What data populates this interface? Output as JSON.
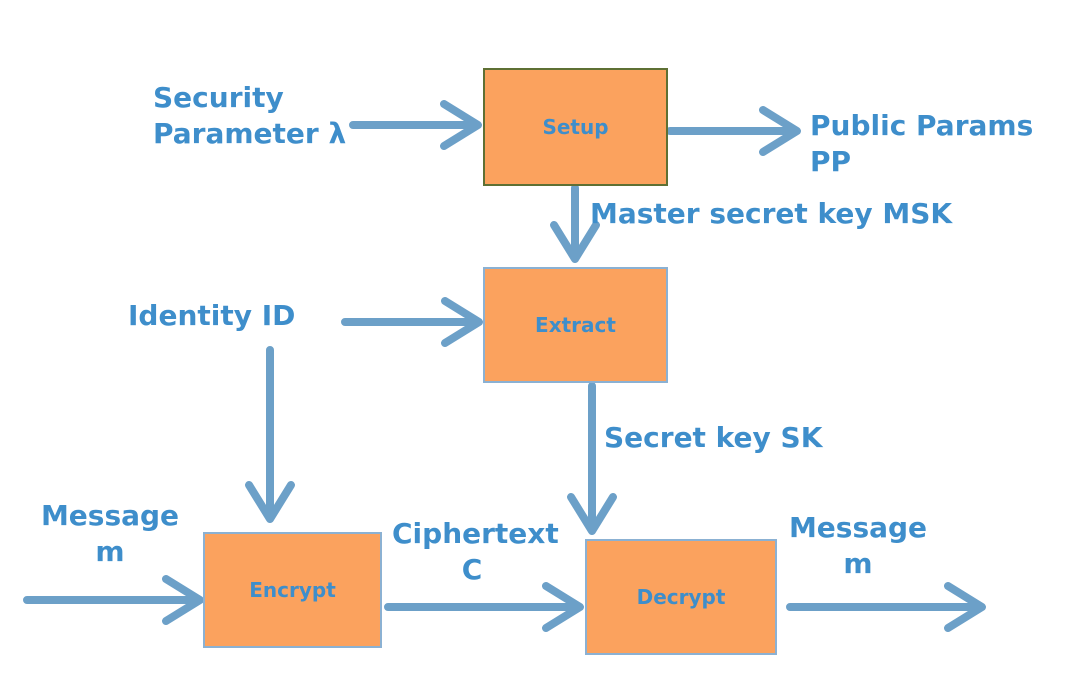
{
  "diagram": {
    "description": "Identity-Based Encryption scheme flow diagram",
    "colors": {
      "box_fill": "#FBA25E",
      "setup_border": "#5E7034",
      "box_border": "#8BB1D3",
      "arrow": "#6CA0C8",
      "label_text": "#3E8ECB"
    },
    "nodes": {
      "setup": {
        "label": "Setup"
      },
      "extract": {
        "label": "Extract"
      },
      "encrypt": {
        "label": "Encrypt"
      },
      "decrypt": {
        "label": "Decrypt"
      }
    },
    "labels": {
      "security_parameter": "Security\nParameter λ",
      "public_params": "Public Params PP",
      "master_secret_key": "Master secret key MSK",
      "identity": "Identity ID",
      "secret_key": "Secret key SK",
      "message_in": "Message\nm",
      "ciphertext": "Ciphertext\nC",
      "message_out": "Message\nm"
    }
  }
}
